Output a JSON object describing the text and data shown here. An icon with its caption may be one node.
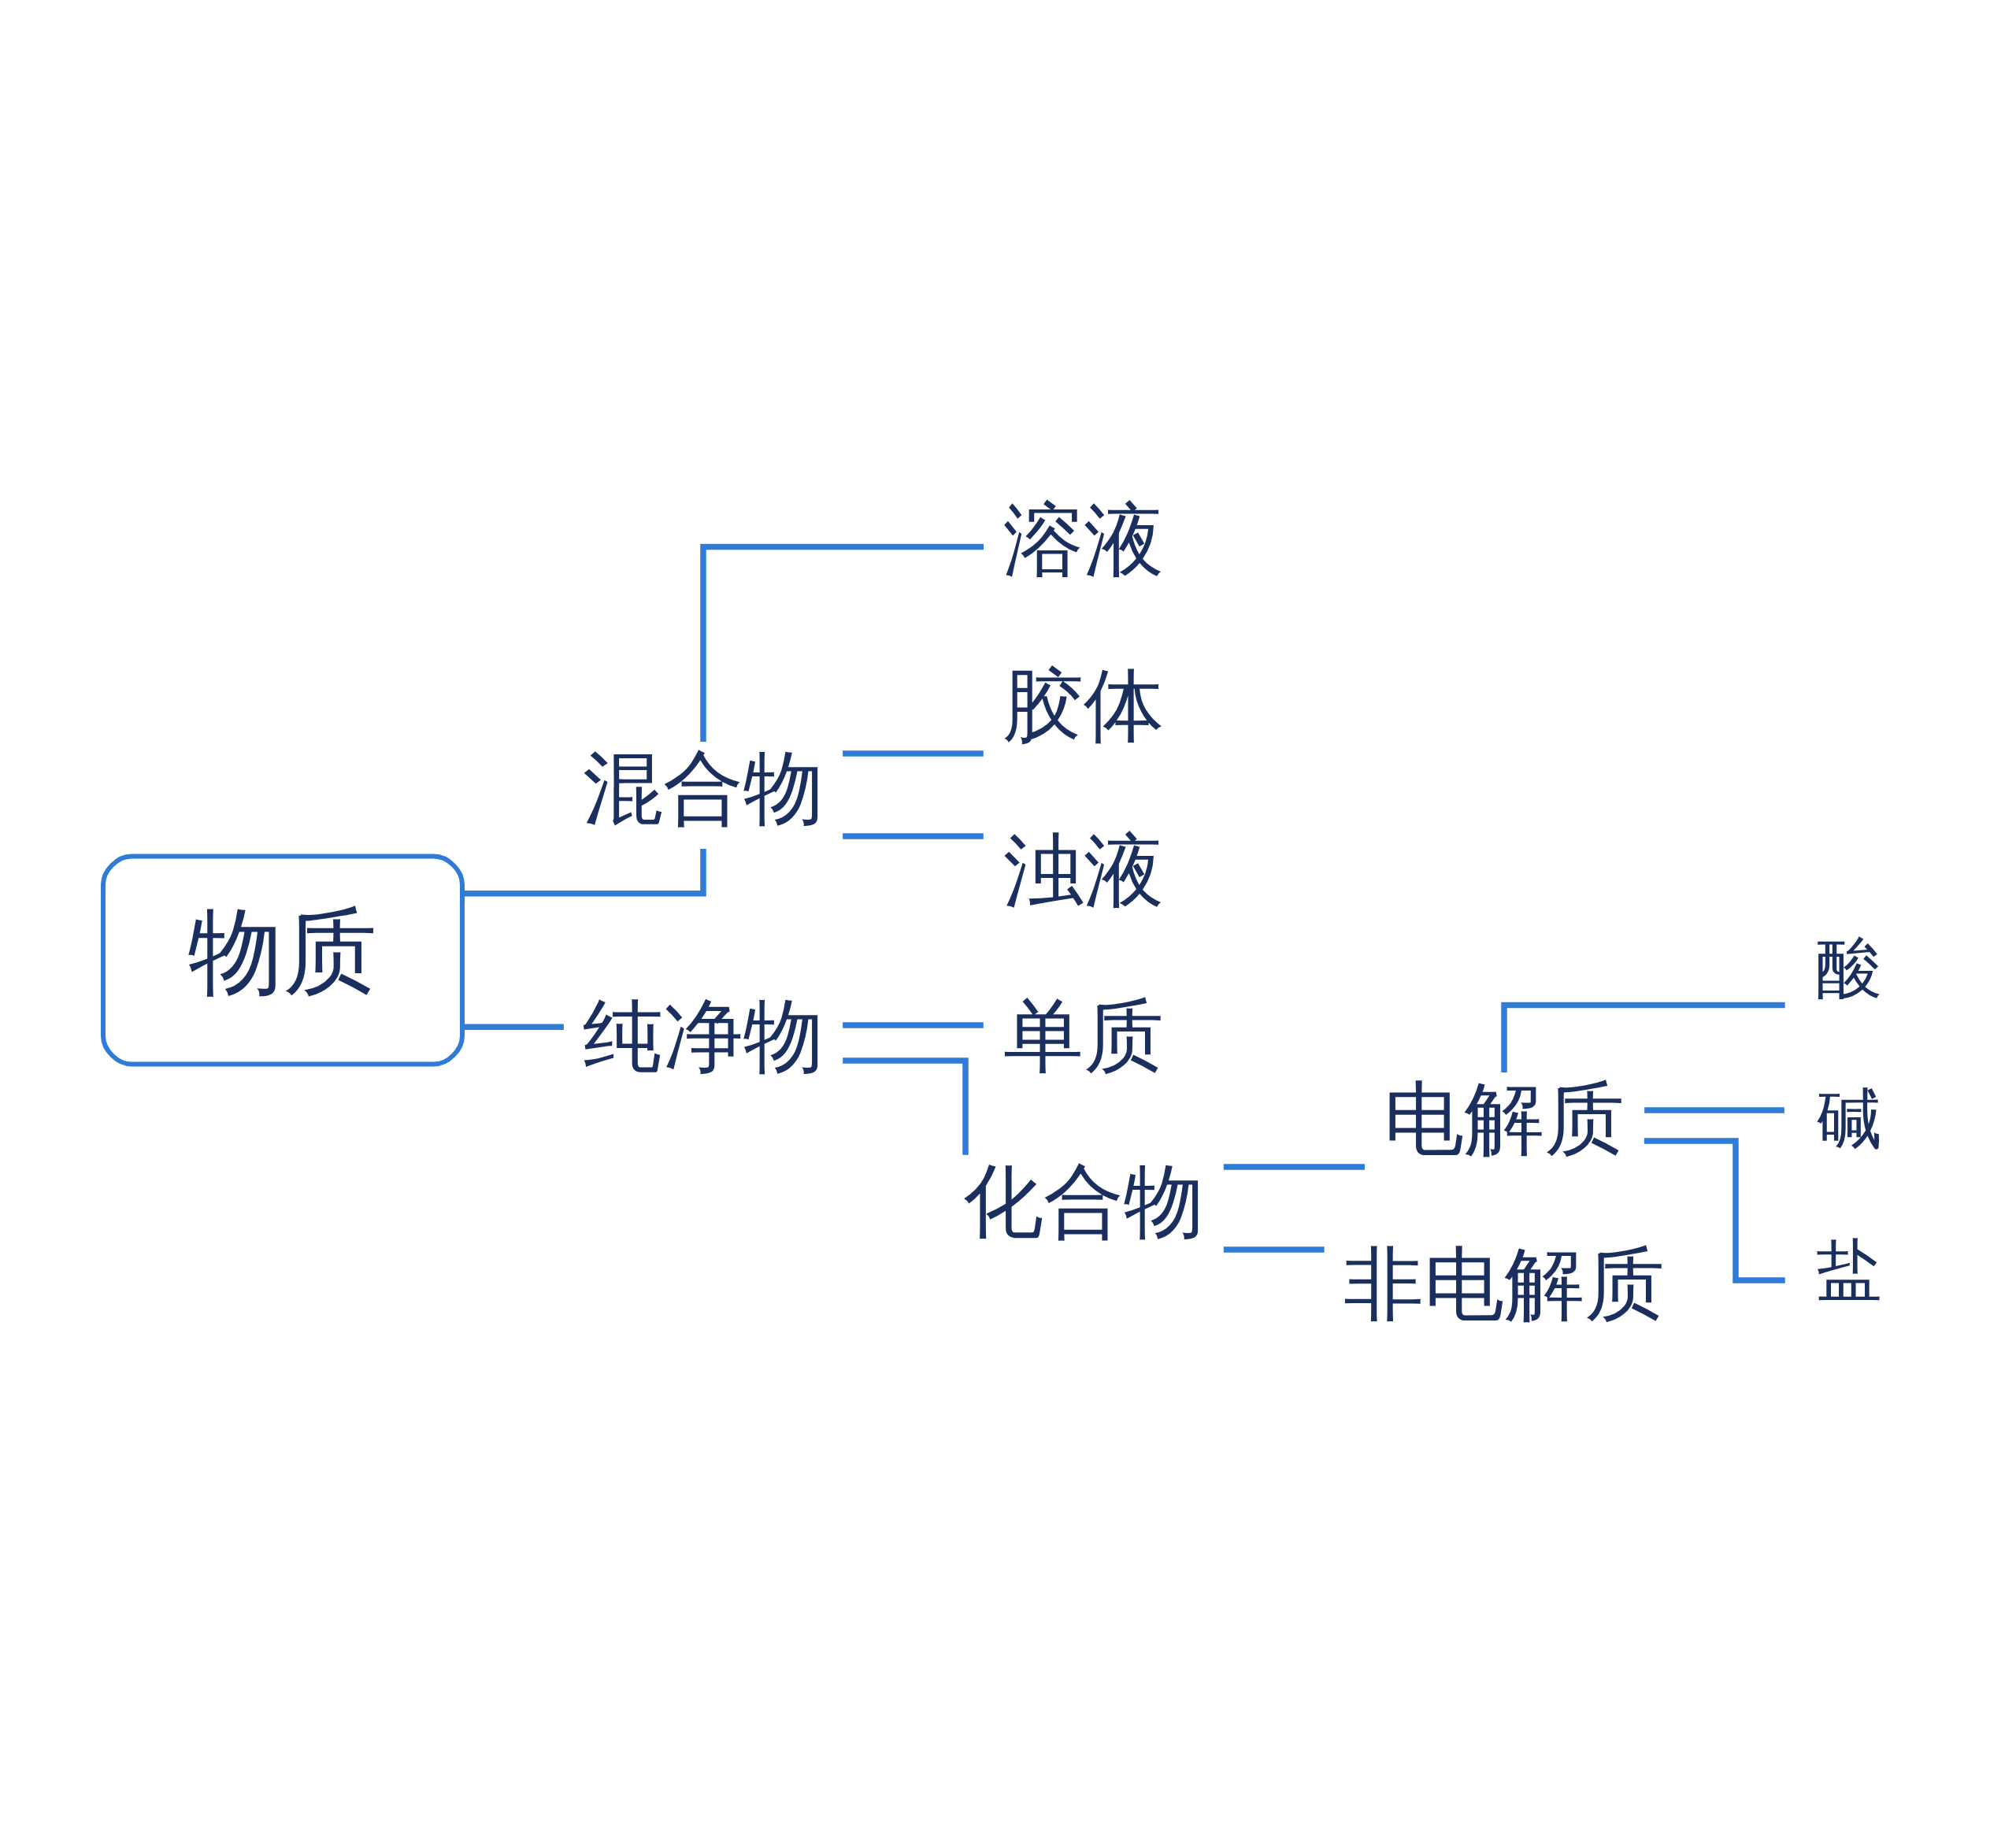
{
  "diagram": {
    "nodes": [
      {
        "text": [
          "物质"
        ]
      },
      {
        "text": [
          "混合物"
        ]
      },
      {
        "text": [
          "溶液"
        ]
      },
      {
        "text": [
          "胶体"
        ]
      },
      {
        "text": [
          "浊液"
        ]
      },
      {
        "text": [
          "纯净物"
        ]
      },
      {
        "text": [
          "单质"
        ]
      },
      {
        "text": [
          "化合物"
        ]
      },
      {
        "text": [
          "电解质"
        ]
      },
      {
        "text": [
          "酸"
        ]
      },
      {
        "text": [
          "碱"
        ]
      },
      {
        "text": [
          "盐"
        ]
      },
      {
        "text": [
          "非电解质"
        ]
      }
    ],
    "edges": [
      {
        "from": 0,
        "to": 1,
        "arrow": "none"
      },
      {
        "from": 0,
        "to": 5,
        "arrow": "none"
      },
      {
        "from": 1,
        "to": 2,
        "arrow": "none"
      },
      {
        "from": 1,
        "to": 3,
        "arrow": "none"
      },
      {
        "from": 1,
        "to": 4,
        "arrow": "none"
      },
      {
        "from": 5,
        "to": 6,
        "arrow": "none"
      },
      {
        "from": 5,
        "to": 7,
        "arrow": "none"
      },
      {
        "from": 7,
        "to": 8,
        "arrow": "none"
      },
      {
        "from": 7,
        "to": 12,
        "arrow": "none"
      },
      {
        "from": 8,
        "to": 9,
        "arrow": "none"
      },
      {
        "from": 8,
        "to": 10,
        "arrow": "none"
      },
      {
        "from": 8,
        "to": 11,
        "arrow": "none"
      }
    ]
  }
}
